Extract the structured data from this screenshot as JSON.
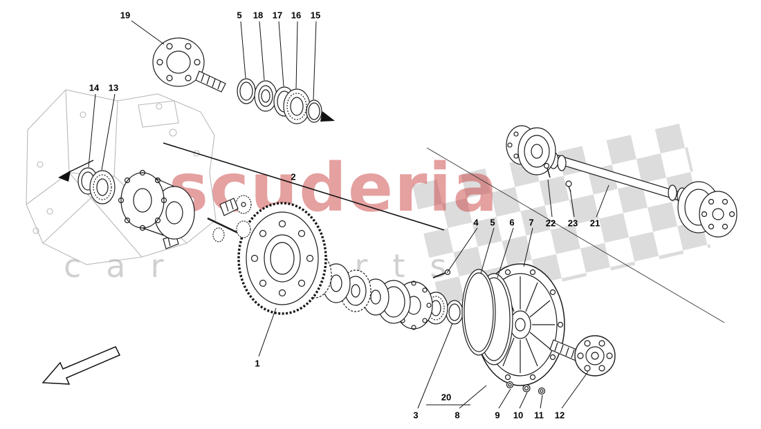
{
  "diagram": {
    "part_labels": [
      "19",
      "5",
      "18",
      "17",
      "16",
      "15",
      "14",
      "13",
      "2",
      "4",
      "5",
      "6",
      "7",
      "22",
      "23",
      "21",
      "1",
      "3",
      "20",
      "8",
      "9",
      "10",
      "11",
      "12"
    ]
  },
  "watermark": {
    "brand": "scuderia",
    "subtitle": "car parts"
  },
  "colors": {
    "background": "#ffffff",
    "ink": "#1a1a1a",
    "sketch_gray": "#b8b8b8",
    "flag_gray": "#dcdcdc",
    "watermark_brand": "#cc4444",
    "watermark_subtitle": "#d0d0d0"
  }
}
